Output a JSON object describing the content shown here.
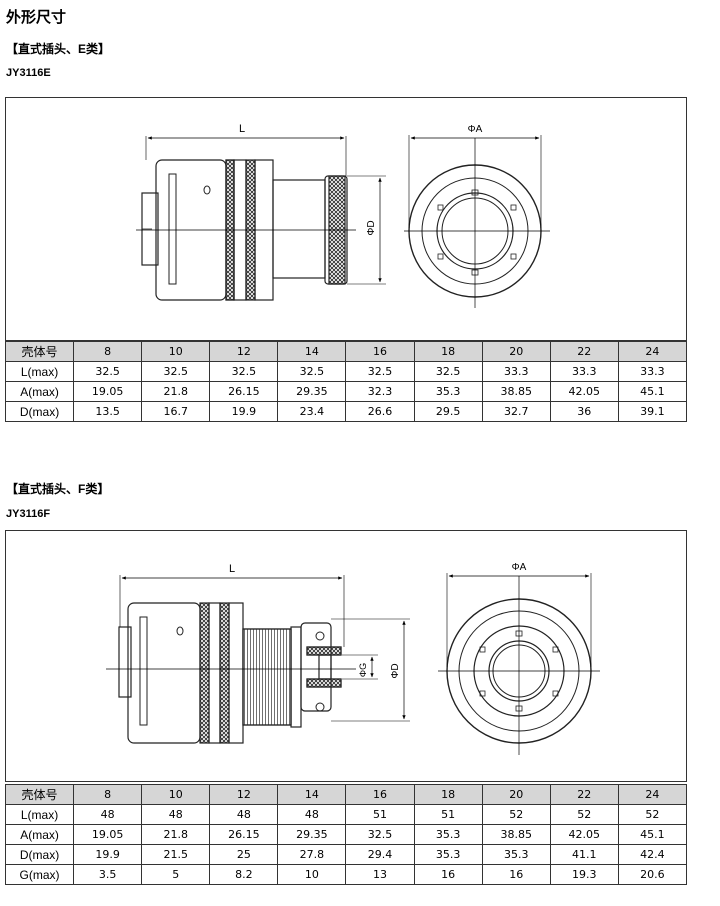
{
  "page_title": "外形尺寸",
  "sections": [
    {
      "heading": "【直式插头、E类】",
      "model": "JY3116E",
      "dims": {
        "L": "L",
        "A": "ΦA",
        "D": "ΦD"
      },
      "table": {
        "header": [
          "壳体号",
          "8",
          "10",
          "12",
          "14",
          "16",
          "18",
          "20",
          "22",
          "24"
        ],
        "rows": [
          [
            "L(max)",
            "32.5",
            "32.5",
            "32.5",
            "32.5",
            "32.5",
            "32.5",
            "33.3",
            "33.3",
            "33.3"
          ],
          [
            "A(max)",
            "19.05",
            "21.8",
            "26.15",
            "29.35",
            "32.3",
            "35.3",
            "38.85",
            "42.05",
            "45.1"
          ],
          [
            "D(max)",
            "13.5",
            "16.7",
            "19.9",
            "23.4",
            "26.6",
            "29.5",
            "32.7",
            "36",
            "39.1"
          ]
        ]
      }
    },
    {
      "heading": "【直式插头、F类】",
      "model": "JY3116F",
      "dims": {
        "L": "L",
        "A": "ΦA",
        "D": "ΦD",
        "G": "ΦG"
      },
      "table": {
        "header": [
          "壳体号",
          "8",
          "10",
          "12",
          "14",
          "16",
          "18",
          "20",
          "22",
          "24"
        ],
        "rows": [
          [
            "L(max)",
            "48",
            "48",
            "48",
            "48",
            "51",
            "51",
            "52",
            "52",
            "52"
          ],
          [
            "A(max)",
            "19.05",
            "21.8",
            "26.15",
            "29.35",
            "32.5",
            "35.3",
            "38.85",
            "42.05",
            "45.1"
          ],
          [
            "D(max)",
            "19.9",
            "21.5",
            "25",
            "27.8",
            "29.4",
            "35.3",
            "35.3",
            "41.1",
            "42.4"
          ],
          [
            "G(max)",
            "3.5",
            "5",
            "8.2",
            "10",
            "13",
            "16",
            "16",
            "19.3",
            "20.6"
          ]
        ]
      }
    }
  ]
}
